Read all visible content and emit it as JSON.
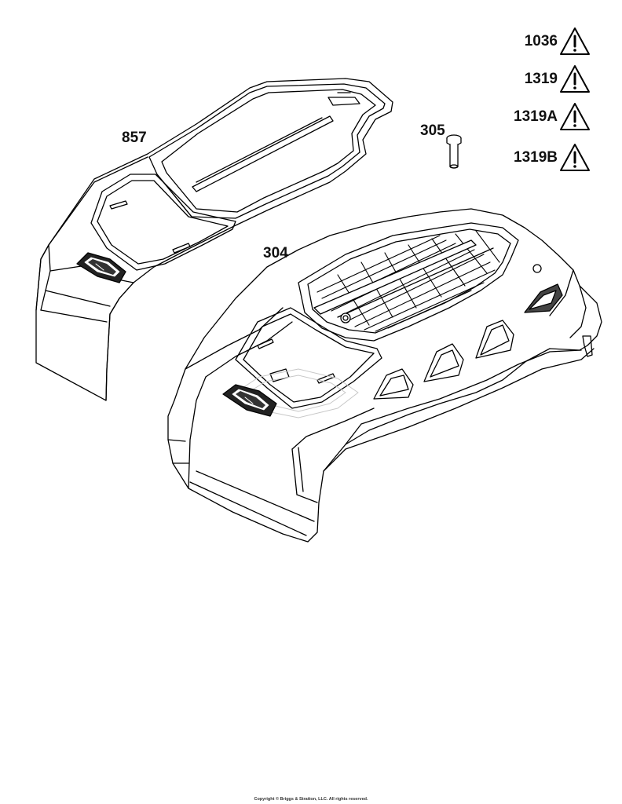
{
  "callouts": {
    "part_857": "857",
    "part_304": "304",
    "part_305": "305"
  },
  "warnings": [
    {
      "number": "1036",
      "icon": "warning-triangle-icon"
    },
    {
      "number": "1319",
      "icon": "warning-triangle-icon"
    },
    {
      "number": "1319A",
      "icon": "warning-triangle-icon"
    },
    {
      "number": "1319B",
      "icon": "warning-triangle-icon"
    }
  ],
  "footer": {
    "copyright": "Copyright © Briggs & Stratton, LLC. All rights reserved."
  },
  "colors": {
    "line": "#000000",
    "logo_fill": "#222222"
  }
}
